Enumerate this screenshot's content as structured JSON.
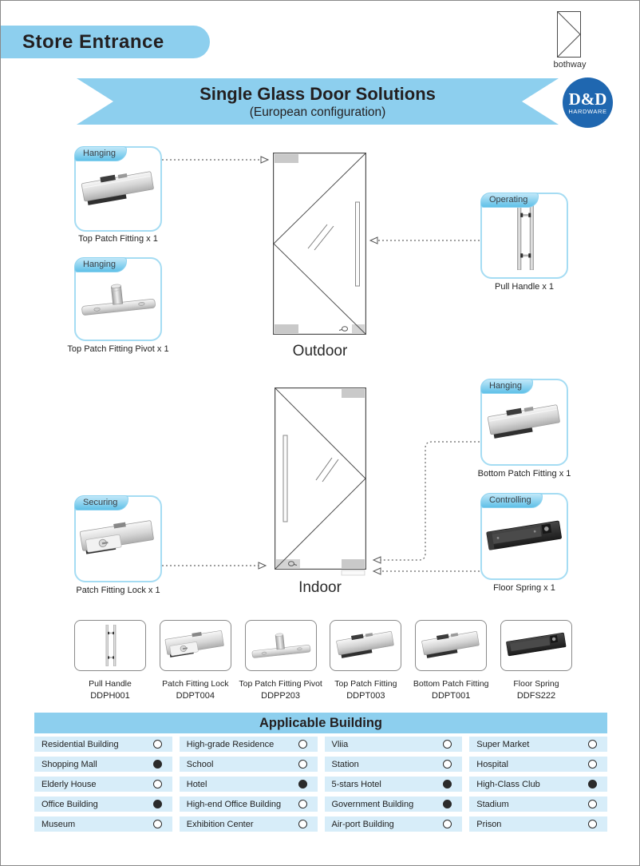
{
  "page": {
    "banner": "Store Entrance",
    "bothway_label": "bothway",
    "ribbon": {
      "title": "Single Glass Door Solutions",
      "subtitle": "(European configuration)"
    },
    "logo": {
      "line1": "D&D",
      "line2": "HARDWARE"
    },
    "colors": {
      "banner_blue": "#8dcfee",
      "cell_blue": "#d7edf9",
      "logo_blue": "#1f67b0",
      "indicator_dark": "#2b2b2b"
    }
  },
  "diagram": {
    "outdoor_label": "Outdoor",
    "indoor_label": "Indoor",
    "callouts": [
      {
        "tab": "Hanging",
        "caption": "Top Patch Fitting x 1"
      },
      {
        "tab": "Hanging",
        "caption": "Top Patch Fitting Pivot x 1"
      },
      {
        "tab": "Operating",
        "caption": "Pull Handle x 1"
      },
      {
        "tab": "Hanging",
        "caption": "Bottom Patch Fitting x 1"
      },
      {
        "tab": "Controlling",
        "caption": "Floor Spring x 1"
      },
      {
        "tab": "Securing",
        "caption": "Patch Fitting Lock x 1"
      }
    ]
  },
  "products": [
    {
      "name": "Pull Handle",
      "code": "DDPH001"
    },
    {
      "name": "Patch Fitting Lock",
      "code": "DDPT004"
    },
    {
      "name": "Top Patch Fitting Pivot",
      "code": "DDPP203"
    },
    {
      "name": "Top Patch Fitting",
      "code": "DDPT003"
    },
    {
      "name": "Bottom Patch Fitting",
      "code": "DDPT001"
    },
    {
      "name": "Floor Spring",
      "code": "DDFS222"
    }
  ],
  "applicable_building": {
    "title": "Applicable Building",
    "rows": [
      [
        {
          "label": "Residential Building",
          "selected": false
        },
        {
          "label": "High-grade Residence",
          "selected": false
        },
        {
          "label": "Vliia",
          "selected": false
        },
        {
          "label": "Super Market",
          "selected": false
        }
      ],
      [
        {
          "label": "Shopping Mall",
          "selected": true
        },
        {
          "label": "School",
          "selected": false
        },
        {
          "label": "Station",
          "selected": false
        },
        {
          "label": "Hospital",
          "selected": false
        }
      ],
      [
        {
          "label": "Elderly House",
          "selected": false
        },
        {
          "label": "Hotel",
          "selected": true
        },
        {
          "label": "5-stars Hotel",
          "selected": true
        },
        {
          "label": "High-Class Club",
          "selected": true
        }
      ],
      [
        {
          "label": "Office Building",
          "selected": true
        },
        {
          "label": "High-end Office Building",
          "selected": false
        },
        {
          "label": "Government Building",
          "selected": true
        },
        {
          "label": "Stadium",
          "selected": false
        }
      ],
      [
        {
          "label": "Museum",
          "selected": false
        },
        {
          "label": "Exhibition Center",
          "selected": false
        },
        {
          "label": "Air-port Building",
          "selected": false
        },
        {
          "label": "Prison",
          "selected": false
        }
      ]
    ]
  }
}
